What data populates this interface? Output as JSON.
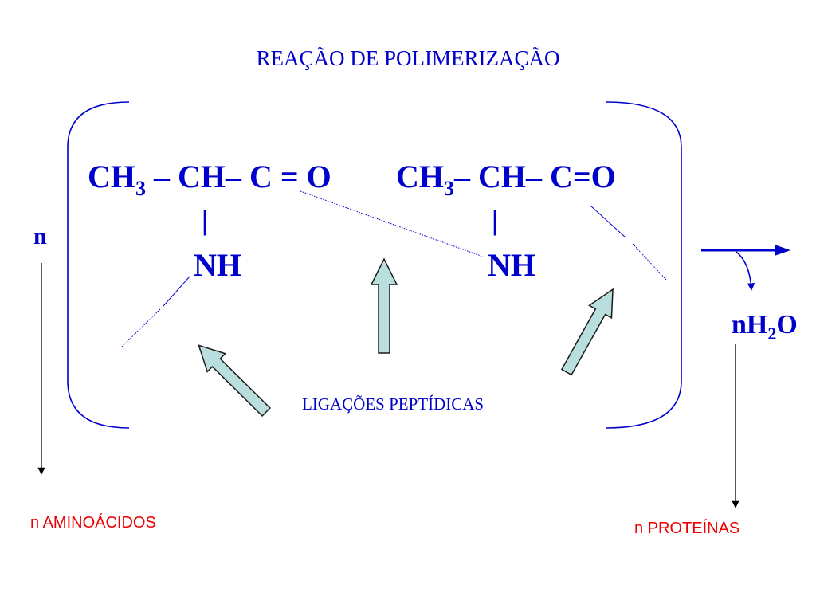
{
  "colors": {
    "primary": "#0000cc",
    "label_red": "#ee0000",
    "arrow_fill": "#b9dede",
    "arrow_stroke": "#1a1a1a",
    "flow_arrow": "#000000"
  },
  "title": "REAÇÃO DE POLIMERIZAÇÃO",
  "monomer_1": {
    "main_before_sub": "CH",
    "main_sub": "3",
    "main_after_sub": " – CH– C = O",
    "bond_bar": "|",
    "amine": "NH"
  },
  "monomer_2": {
    "main_before_sub": "CH",
    "main_sub": "3",
    "main_after_sub": "– CH– C=O",
    "bond_bar": "|",
    "amine": "NH"
  },
  "repeat_label": "n",
  "byproduct": {
    "prefix": "nH",
    "sub": "2",
    "suffix": "O"
  },
  "bonds_label": "LIGAÇÕES PEPTÍDICAS",
  "reactants_label": "n AMINOÁCIDOS",
  "product_label": "n PROTEÍNAS"
}
